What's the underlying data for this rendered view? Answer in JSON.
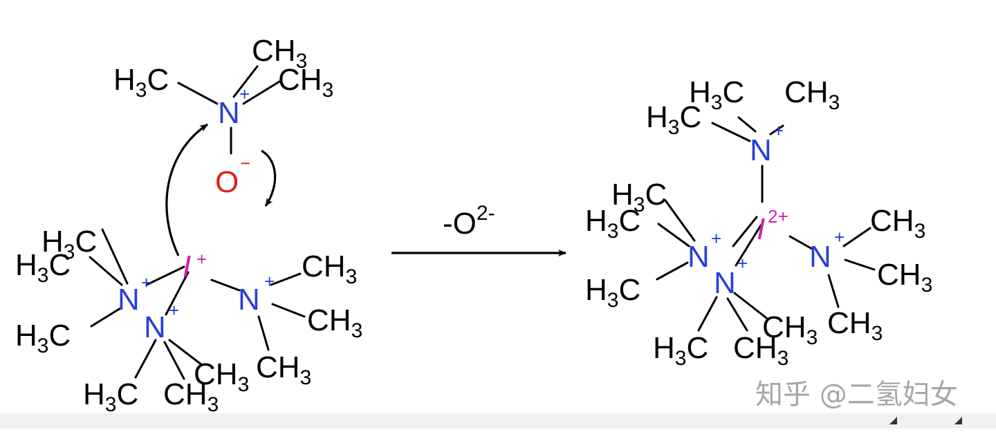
{
  "reaction": {
    "condition": "-O",
    "condition_charge": "2-"
  },
  "atoms": {
    "nitrogen": "N",
    "oxygen": "O",
    "iodine": "I",
    "methyl_H": "H",
    "methyl_C": "C",
    "sub3": "3",
    "plus": "+",
    "minus": "−",
    "iodine_charge_reactant": "+",
    "iodine_charge_product": "2+"
  },
  "colors": {
    "nitrogen": "#2a3fd6",
    "oxygen": "#e0201a",
    "iodine": "#d21fb0",
    "bond": "#000000"
  },
  "watermark": "知乎 @二氢妇女"
}
